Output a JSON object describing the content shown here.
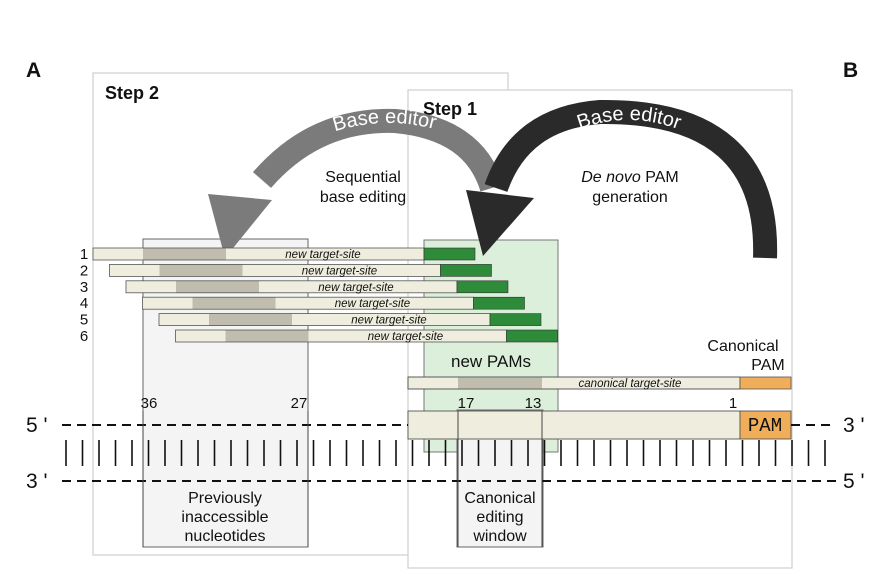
{
  "panels": {
    "left_letter": "A",
    "right_letter": "B"
  },
  "steps": {
    "step2": "Step 2",
    "step1": "Step 1"
  },
  "arrows": {
    "arrow_label": "Base editor",
    "step2_caption_line1": "Sequential",
    "step2_caption_line2": "base editing",
    "step1_caption_italic": "De novo",
    "step1_caption_rest": " PAM",
    "step1_caption_line2": "generation"
  },
  "guides": [
    {
      "number": "1",
      "label": "new target-site"
    },
    {
      "number": "2",
      "label": "new target-site"
    },
    {
      "number": "3",
      "label": "new target-site"
    },
    {
      "number": "4",
      "label": "new target-site"
    },
    {
      "number": "5",
      "label": "new target-site"
    },
    {
      "number": "6",
      "label": "new target-site"
    }
  ],
  "new_pams_label": "new PAMs",
  "canonical": {
    "pam_label_line1": "Canonical",
    "pam_label_line2": "PAM",
    "target_label": "canonical target-site",
    "pam_box": "PAM"
  },
  "positions": {
    "p36": "36",
    "p27": "27",
    "p17": "17",
    "p13": "13",
    "p1": "1"
  },
  "strands": {
    "top_left": "5 '",
    "top_right": "3 '",
    "bottom_left": "3 '",
    "bottom_right": "5 '"
  },
  "windows": {
    "previous_line1": "Previously",
    "previous_line2": "inaccessible",
    "previous_line3": "nucleotides",
    "canonical_line1": "Canonical",
    "canonical_line2": "editing",
    "canonical_line3": "window"
  },
  "colors": {
    "target_fill": "#efeede",
    "pam_green": "#2e8b3a",
    "pam_orange": "#f0ad5a",
    "grey_window": "#c0bcae",
    "green_box": "#dcefdb",
    "arrow_step2": "#7b7b7b",
    "arrow_step1": "#2a2a2a"
  }
}
